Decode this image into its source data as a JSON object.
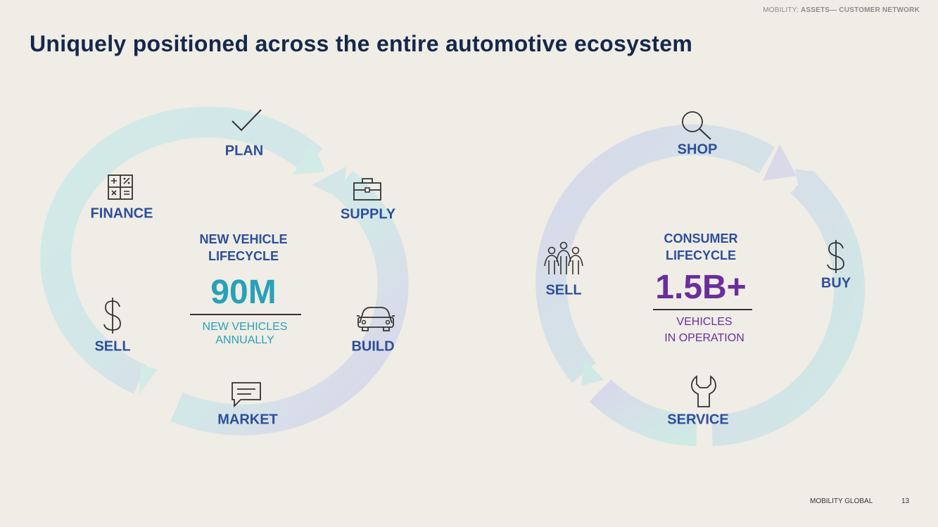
{
  "header": {
    "breadcrumb_prefix": "MOBILITY:",
    "breadcrumb_main": "ASSETS— CUSTOMER NETWORK"
  },
  "title": "Uniquely positioned across the entire automotive ecosystem",
  "left_cycle": {
    "labels": {
      "plan": "PLAN",
      "supply": "SUPPLY",
      "build": "BUILD",
      "market": "MARKET",
      "sell": "SELL",
      "finance": "FINANCE"
    },
    "center": {
      "line1": "NEW VEHICLE",
      "line2": "LIFECYCLE",
      "value": "90M",
      "sub1": "NEW VEHICLES",
      "sub2": "ANNUALLY"
    },
    "icons": [
      "check-icon",
      "briefcase-icon",
      "car-icon",
      "chat-icon",
      "dollar-icon",
      "calculator-icon"
    ]
  },
  "right_cycle": {
    "labels": {
      "shop": "SHOP",
      "buy": "BUY",
      "service": "SERVICE",
      "sell": "SELL"
    },
    "center": {
      "line1": "CONSUMER",
      "line2": "LIFECYCLE",
      "value": "1.5B+",
      "sub1": "VEHICLES",
      "sub2": "IN OPERATION"
    },
    "icons": [
      "magnifier-icon",
      "dollar-icon",
      "wrench-icon",
      "people-icon"
    ]
  },
  "colors": {
    "title": "#15284b",
    "label": "#2d4f9a",
    "teal": "#2aa0b8",
    "purple": "#6a2e9c",
    "ring_teal": "#cfe8e6",
    "ring_lavender": "#dcd6ea"
  },
  "footer": {
    "brand": "MOBILITY GLOBAL",
    "page_number": "13"
  }
}
